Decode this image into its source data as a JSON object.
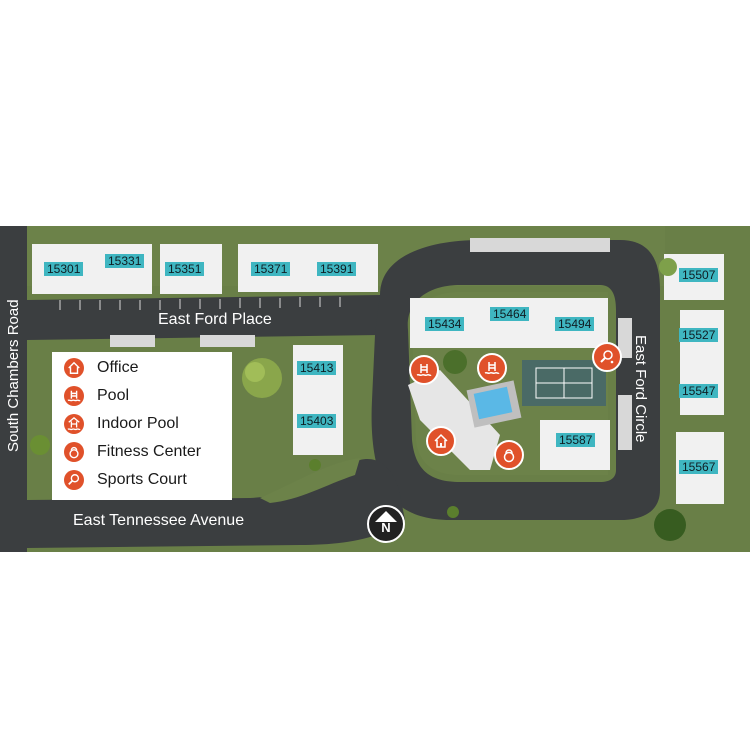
{
  "colors": {
    "grass": "#697f47",
    "road": "#3b3e40",
    "building": "#f1f1f1",
    "label_bg": "#3fb6c1",
    "amenity": "#e0512a",
    "pool_water": "#5ab8e6",
    "court": "#4a6a66"
  },
  "streets": {
    "south_chambers": "South Chambers Road",
    "east_ford_place": "East Ford Place",
    "east_tennessee": "East Tennessee Avenue",
    "east_ford_circle": "East Ford Circle"
  },
  "buildings": [
    "15301",
    "15331",
    "15351",
    "15371",
    "15391",
    "15434",
    "15464",
    "15494",
    "15413",
    "15403",
    "15587",
    "15507",
    "15527",
    "15547",
    "15567"
  ],
  "legend": [
    {
      "label": "Office",
      "icon": "house-icon"
    },
    {
      "label": "Pool",
      "icon": "pool-ladder-icon"
    },
    {
      "label": "Indoor Pool",
      "icon": "indoor-pool-icon"
    },
    {
      "label": "Fitness Center",
      "icon": "kettlebell-icon"
    },
    {
      "label": "Sports Court",
      "icon": "racket-icon"
    }
  ],
  "compass": "N"
}
